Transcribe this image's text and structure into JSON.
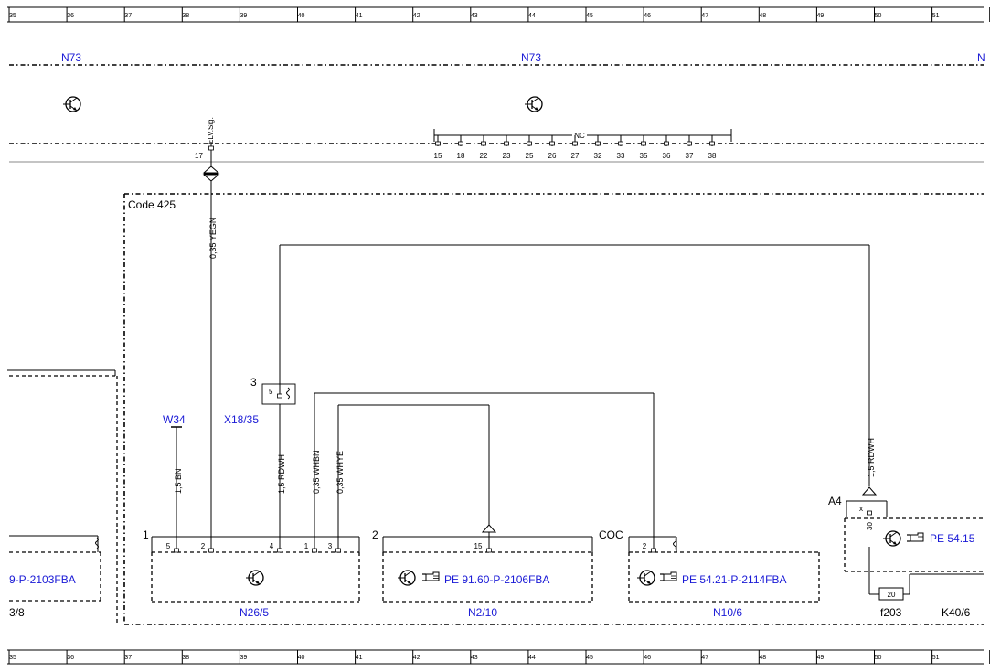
{
  "ruler": {
    "columns": [
      "35",
      "36",
      "37",
      "38",
      "39",
      "40",
      "41",
      "42",
      "43",
      "44",
      "45",
      "46",
      "47",
      "48",
      "49",
      "50",
      "51"
    ]
  },
  "top_module": {
    "name_left": "N73",
    "name_center": "N73",
    "name_right_partial": "N"
  },
  "signal": {
    "label": "ELV.Sig.",
    "pin": "17",
    "wire": "0,35 YEGN"
  },
  "nc_group": {
    "label": "NC",
    "pins": [
      "15",
      "18",
      "22",
      "23",
      "25",
      "26",
      "27",
      "32",
      "33",
      "35",
      "36",
      "37",
      "38"
    ]
  },
  "code_box": {
    "label": "Code 425"
  },
  "left_partial": {
    "ref": "9-P-2103FBA",
    "name": "3/8"
  },
  "connectors": {
    "w34": "W34",
    "x18_35": "X18/35",
    "x18_pin": "3",
    "x18_inner": "5"
  },
  "wires": {
    "bn": "1,5 BN",
    "rdwh": "1,5 RDWH",
    "whbn": "0,35 WHBN",
    "whye": "0,35 WHYE",
    "rdwh_right": "1,5 RDWH"
  },
  "n26_5": {
    "name": "N26/5",
    "row_number": "1",
    "pins": [
      "5",
      "2",
      "4",
      "1",
      "3"
    ]
  },
  "n2_10": {
    "name": "N2/10",
    "row_number": "2",
    "pin": "15",
    "ref": "PE 91.60-P-2106FBA",
    "coc": "COC"
  },
  "n10_6": {
    "name": "N10/6",
    "pin": "2",
    "ref": "PE 54.21-P-2114FBA"
  },
  "k40_6": {
    "name": "K40/6",
    "a_label": "A4",
    "x_label": "x",
    "pin": "30",
    "ref": "PE 54.15",
    "fuse": "20",
    "fuse_name": "f203"
  }
}
